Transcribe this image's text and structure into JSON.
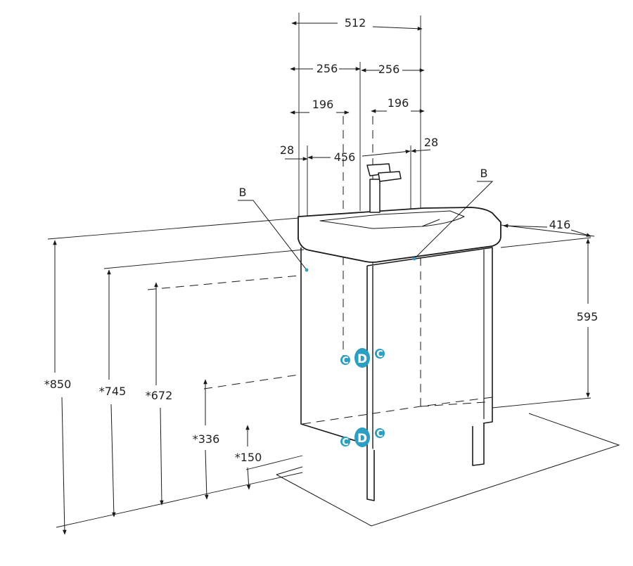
{
  "dimensions": {
    "overall_width": "512",
    "half_left": "256",
    "half_right": "256",
    "offset_left": "196",
    "offset_right": "196",
    "edge_left": "28",
    "inner_width": "456",
    "edge_right": "28",
    "depth": "416",
    "cabinet_height": "595",
    "total_height": "*850",
    "height_745": "*745",
    "height_672": "*672",
    "height_336": "*336",
    "height_150": "*150"
  },
  "labels": {
    "b_left": "B",
    "b_right": "B"
  },
  "connections": {
    "cold": "C",
    "drain": "D"
  },
  "colors": {
    "line": "#1a1a1a",
    "connector": "#2a9fc4"
  }
}
